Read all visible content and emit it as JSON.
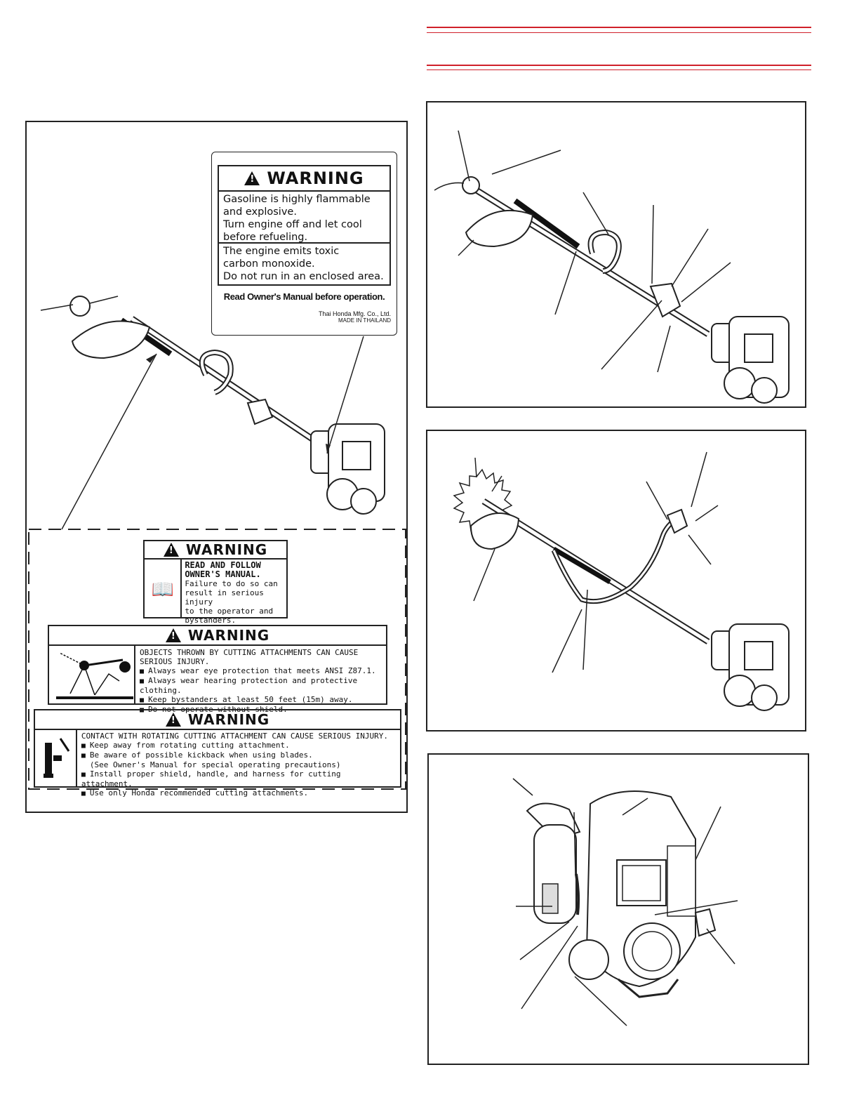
{
  "gas_label": {
    "heading": "WARNING",
    "line1": "Gasoline is highly flammable",
    "line2": "and explosive.",
    "line3": "Turn engine off and let cool",
    "line4": "before refueling.",
    "line5": "The engine emits toxic",
    "line6": "carbon monoxide.",
    "line7": "Do not run in an enclosed area.",
    "read_manual": "Read Owner's Manual before operation.",
    "maker": "Thai Honda Mfg. Co., Ltd.",
    "made_in": "MADE IN THAILAND"
  },
  "manual_label": {
    "heading": "WARNING",
    "line1": "READ AND FOLLOW",
    "line2": "OWNER'S MANUAL.",
    "line3": "Failure to do so can",
    "line4": "result in serious injury",
    "line5": "to the operator and",
    "line6": "bystanders."
  },
  "objects_label": {
    "heading": "WARNING",
    "line1": "OBJECTS THROWN BY CUTTING ATTACHMENTS CAN CAUSE",
    "line2": "SERIOUS INJURY.",
    "items": [
      "Always wear eye protection that meets ANSI Z87.1.",
      "Always wear hearing protection and protective clothing.",
      "Keep bystanders at least 50 feet (15m) away.",
      "Do not operate without shield."
    ]
  },
  "contact_label": {
    "heading": "WARNING",
    "line1": "CONTACT WITH ROTATING CUTTING ATTACHMENT CAN CAUSE SERIOUS INJURY.",
    "item1": "Keep away from rotating cutting attachment.",
    "item2": "Be aware of possible kickback when using blades.",
    "item2b": "(See Owner's Manual for special operating precautions)",
    "item3": "Install proper shield, handle, and harness for cutting attachment.",
    "item4": "Use only Honda recommended cutting attachments."
  }
}
